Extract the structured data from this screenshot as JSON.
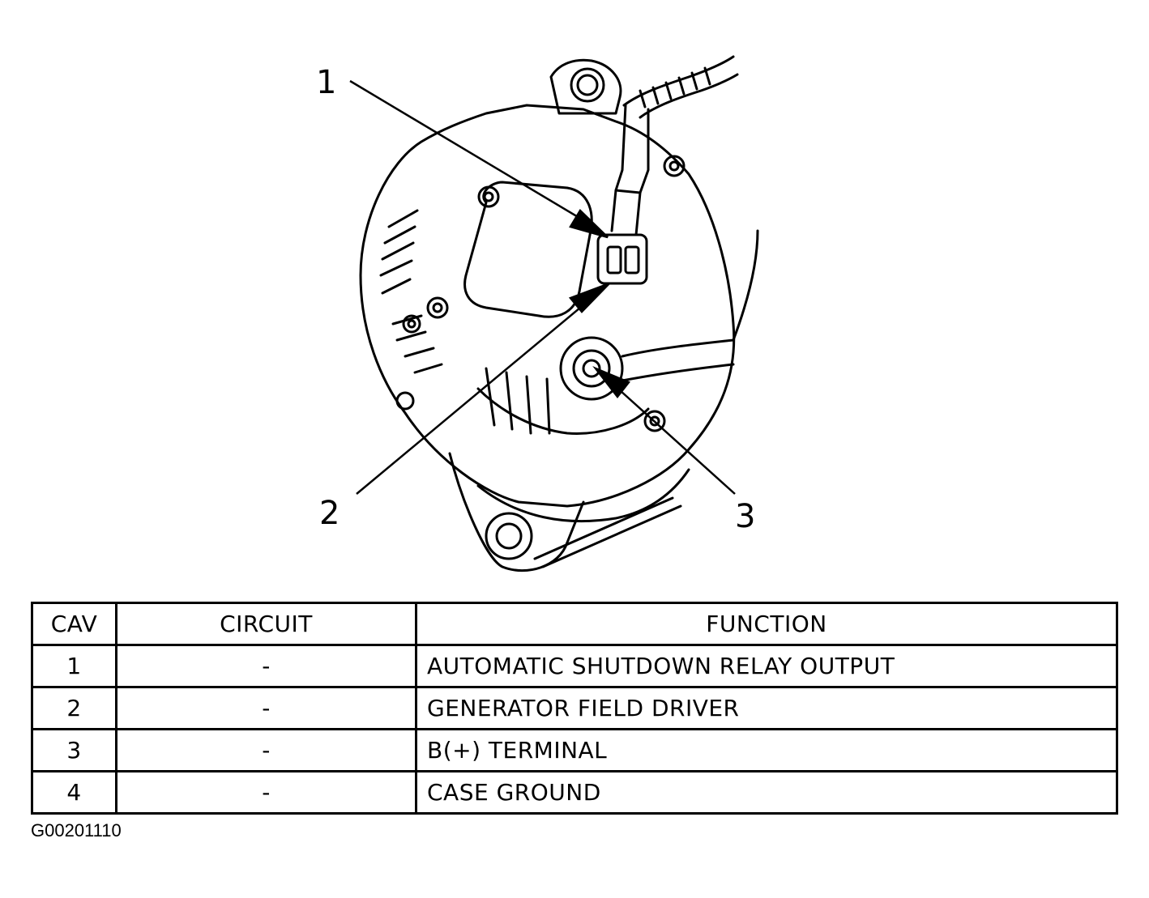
{
  "callouts": [
    "1",
    "2",
    "3"
  ],
  "table": {
    "headers": [
      "CAV",
      "CIRCUIT",
      "FUNCTION"
    ],
    "rows": [
      {
        "cav": "1",
        "circuit": "-",
        "function": "AUTOMATIC SHUTDOWN RELAY OUTPUT"
      },
      {
        "cav": "2",
        "circuit": "-",
        "function": "GENERATOR FIELD DRIVER"
      },
      {
        "cav": "3",
        "circuit": "-",
        "function": "B(+) TERMINAL"
      },
      {
        "cav": "4",
        "circuit": "-",
        "function": "CASE GROUND"
      }
    ]
  },
  "figure_code": "G00201110",
  "icons": [
    "generator-illustration",
    "arrow-callout"
  ]
}
